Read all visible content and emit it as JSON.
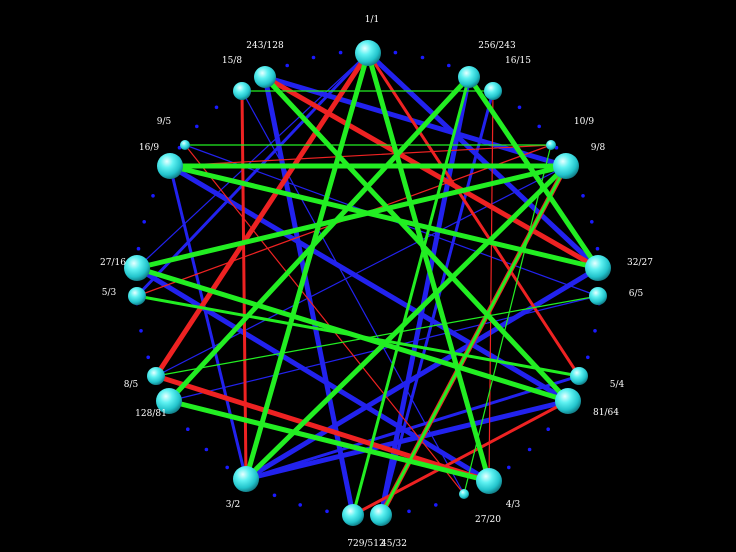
{
  "diagram": {
    "colors": {
      "background": "#000000",
      "fifth": "#22ee22",
      "major_third": "#ee2222",
      "minor_third": "#2222ee",
      "node": "#33e6e6",
      "ring_dot": "#1a1aff",
      "label": "#ffffff"
    },
    "node_icon": "sphere-node-icon",
    "ring_dot_icon": "ring-dot-icon",
    "nodes": [
      {
        "id": "n1",
        "label": "1/1",
        "size": "large"
      },
      {
        "id": "n2",
        "label": "256/243",
        "size": "medium"
      },
      {
        "id": "n3",
        "label": "16/15",
        "size": "small"
      },
      {
        "id": "n4",
        "label": "10/9",
        "size": "tiny"
      },
      {
        "id": "n5",
        "label": "9/8",
        "size": "large"
      },
      {
        "id": "n6",
        "label": "32/27",
        "size": "large"
      },
      {
        "id": "n7",
        "label": "6/5",
        "size": "small"
      },
      {
        "id": "n8",
        "label": "5/4",
        "size": "small"
      },
      {
        "id": "n9",
        "label": "81/64",
        "size": "large"
      },
      {
        "id": "n10",
        "label": "4/3",
        "size": "large"
      },
      {
        "id": "n11",
        "label": "27/20",
        "size": "tiny"
      },
      {
        "id": "n12",
        "label": "45/32",
        "size": "medium"
      },
      {
        "id": "n13",
        "label": "729/512",
        "size": "medium"
      },
      {
        "id": "n14",
        "label": "3/2",
        "size": "large"
      },
      {
        "id": "n15",
        "label": "128/81",
        "size": "large"
      },
      {
        "id": "n16",
        "label": "8/5",
        "size": "small"
      },
      {
        "id": "n17",
        "label": "5/3",
        "size": "small"
      },
      {
        "id": "n18",
        "label": "27/16",
        "size": "large"
      },
      {
        "id": "n19",
        "label": "16/9",
        "size": "large"
      },
      {
        "id": "n20",
        "label": "9/5",
        "size": "tiny"
      },
      {
        "id": "n21",
        "label": "15/8",
        "size": "small"
      },
      {
        "id": "n22",
        "label": "243/128",
        "size": "medium"
      }
    ],
    "edges": [
      {
        "from": "n1",
        "to": "n10",
        "type": "fifth",
        "weight": "thick"
      },
      {
        "from": "n1",
        "to": "n14",
        "type": "fifth",
        "weight": "thick"
      },
      {
        "from": "n5",
        "to": "n14",
        "type": "fifth",
        "weight": "thick"
      },
      {
        "from": "n5",
        "to": "n19",
        "type": "fifth",
        "weight": "thick"
      },
      {
        "from": "n6",
        "to": "n19",
        "type": "fifth",
        "weight": "thick"
      },
      {
        "from": "n6",
        "to": "n2",
        "type": "fifth",
        "weight": "thick"
      },
      {
        "from": "n9",
        "to": "n18",
        "type": "fifth",
        "weight": "thick"
      },
      {
        "from": "n9",
        "to": "n22",
        "type": "fifth",
        "weight": "thick"
      },
      {
        "from": "n15",
        "to": "n10",
        "type": "fifth",
        "weight": "thick"
      },
      {
        "from": "n15",
        "to": "n2",
        "type": "fifth",
        "weight": "thick"
      },
      {
        "from": "n18",
        "to": "n5",
        "type": "fifth",
        "weight": "thick"
      },
      {
        "from": "n17",
        "to": "n8",
        "type": "fifth",
        "weight": "medium"
      },
      {
        "from": "n21",
        "to": "n3",
        "type": "fifth",
        "weight": "thin"
      },
      {
        "from": "n12",
        "to": "n5",
        "type": "fifth",
        "weight": "medium"
      },
      {
        "from": "n13",
        "to": "n2",
        "type": "fifth",
        "weight": "medium"
      },
      {
        "from": "n20",
        "to": "n4",
        "type": "fifth",
        "weight": "thin"
      },
      {
        "from": "n7",
        "to": "n16",
        "type": "fifth",
        "weight": "thin"
      },
      {
        "from": "n11",
        "to": "n4",
        "type": "fifth",
        "weight": "thin"
      },
      {
        "from": "n1",
        "to": "n16",
        "type": "major_third",
        "weight": "thick"
      },
      {
        "from": "n1",
        "to": "n8",
        "type": "major_third",
        "weight": "medium"
      },
      {
        "from": "n14",
        "to": "n21",
        "type": "major_third",
        "weight": "medium"
      },
      {
        "from": "n10",
        "to": "n3",
        "type": "major_third",
        "weight": "thin"
      },
      {
        "from": "n5",
        "to": "n12",
        "type": "major_third",
        "weight": "thick"
      },
      {
        "from": "n22",
        "to": "n6",
        "type": "major_third",
        "weight": "thick"
      },
      {
        "from": "n16",
        "to": "n10",
        "type": "major_third",
        "weight": "thick"
      },
      {
        "from": "n17",
        "to": "n4",
        "type": "major_third",
        "weight": "thin"
      },
      {
        "from": "n19",
        "to": "n4",
        "type": "major_third",
        "weight": "thin"
      },
      {
        "from": "n20",
        "to": "n11",
        "type": "major_third",
        "weight": "thin"
      },
      {
        "from": "n2",
        "to": "n15",
        "type": "major_third",
        "weight": "thin"
      },
      {
        "from": "n13",
        "to": "n9",
        "type": "major_third",
        "weight": "medium"
      },
      {
        "from": "n1",
        "to": "n17",
        "type": "minor_third",
        "weight": "medium"
      },
      {
        "from": "n1",
        "to": "n6",
        "type": "minor_third",
        "weight": "thick"
      },
      {
        "from": "n18",
        "to": "n1",
        "type": "minor_third",
        "weight": "thin"
      },
      {
        "from": "n14",
        "to": "n6",
        "type": "minor_third",
        "weight": "thick"
      },
      {
        "from": "n14",
        "to": "n19",
        "type": "minor_third",
        "weight": "medium"
      },
      {
        "from": "n10",
        "to": "n18",
        "type": "minor_third",
        "weight": "thick"
      },
      {
        "from": "n10",
        "to": "n15",
        "type": "minor_third",
        "weight": "medium"
      },
      {
        "from": "n5",
        "to": "n22",
        "type": "minor_third",
        "weight": "thick"
      },
      {
        "from": "n9",
        "to": "n14",
        "type": "minor_third",
        "weight": "thick"
      },
      {
        "from": "n19",
        "to": "n9",
        "type": "minor_third",
        "weight": "thick"
      },
      {
        "from": "n13",
        "to": "n22",
        "type": "minor_third",
        "weight": "thick"
      },
      {
        "from": "n2",
        "to": "n12",
        "type": "minor_third",
        "weight": "thick"
      },
      {
        "from": "n8",
        "to": "n14",
        "type": "minor_third",
        "weight": "medium"
      },
      {
        "from": "n16",
        "to": "n5",
        "type": "minor_third",
        "weight": "thin"
      },
      {
        "from": "n12",
        "to": "n3",
        "type": "minor_third",
        "weight": "medium"
      },
      {
        "from": "n20",
        "to": "n7",
        "type": "minor_third",
        "weight": "thin"
      },
      {
        "from": "n15",
        "to": "n7",
        "type": "minor_third",
        "weight": "thin"
      },
      {
        "from": "n21",
        "to": "n11",
        "type": "minor_third",
        "weight": "thin"
      }
    ]
  }
}
